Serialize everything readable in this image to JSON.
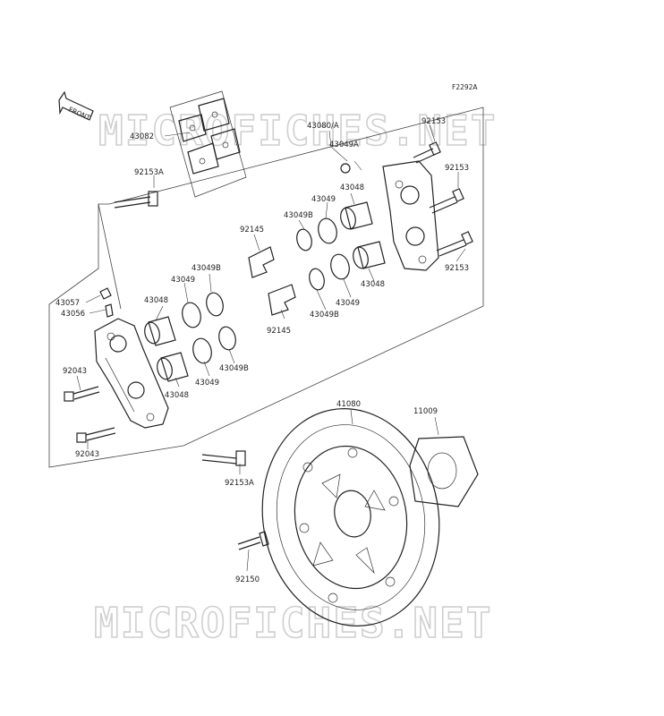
{
  "figure_code": "F2292A",
  "front_arrow": {
    "label": "FRONT"
  },
  "watermark": "MICROFICHES.NET",
  "parts": [
    {
      "number": "43082"
    },
    {
      "number": "43080/A"
    },
    {
      "number": "92153A"
    },
    {
      "number": "92153"
    },
    {
      "number": "43049A"
    },
    {
      "number": "43049"
    },
    {
      "number": "43048"
    },
    {
      "number": "43049B"
    },
    {
      "number": "92145"
    },
    {
      "number": "43057"
    },
    {
      "number": "43056"
    },
    {
      "number": "92043"
    },
    {
      "number": "41080"
    },
    {
      "number": "11009"
    },
    {
      "number": "92150"
    }
  ]
}
